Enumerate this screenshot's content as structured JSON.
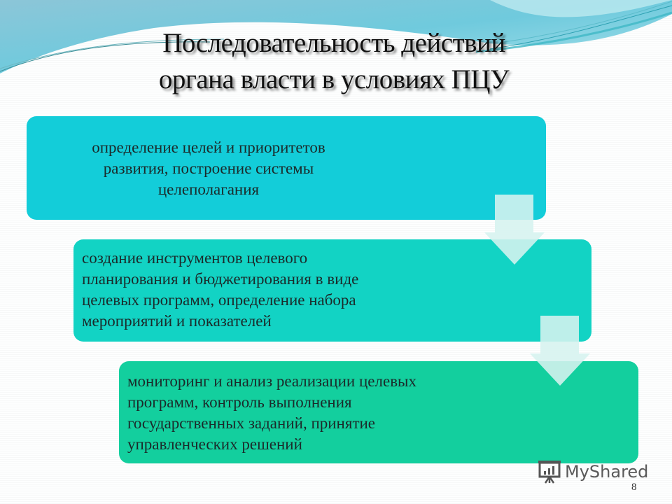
{
  "slide": {
    "title_lines": [
      "Последовательность действий",
      "органа власти в условиях ПЦУ"
    ],
    "steps": [
      {
        "text": "определение целей и приоритетов развития, построение системы целеполагания",
        "lines": [
          "определение целей и приоритетов",
          "развития, построение системы",
          "целеполагания"
        ],
        "color": "#13cdd9"
      },
      {
        "text": "создание инструментов целевого планирования и бюджетирования в виде целевых программ, определение набора мероприятий и показателей",
        "lines": [
          "создание инструментов целевого",
          "планирования и бюджетирования в виде",
          "целевых программ, определение набора",
          "мероприятий и показателей"
        ],
        "color": "#12d3c4"
      },
      {
        "text": "мониторинг и анализ  реализации целевых программ, контроль выполнения государственных заданий, принятие управленческих решений",
        "lines": [
          "мониторинг и анализ  реализации целевых",
          "программ, контроль выполнения",
          "государственных заданий, принятие",
          "управленческих решений"
        ],
        "color": "#13cf9e"
      }
    ],
    "arrow_color": "#d6f2ef",
    "page_number": "8"
  },
  "watermark": {
    "label": "MyShared",
    "icon": "presentation-chart-icon"
  }
}
